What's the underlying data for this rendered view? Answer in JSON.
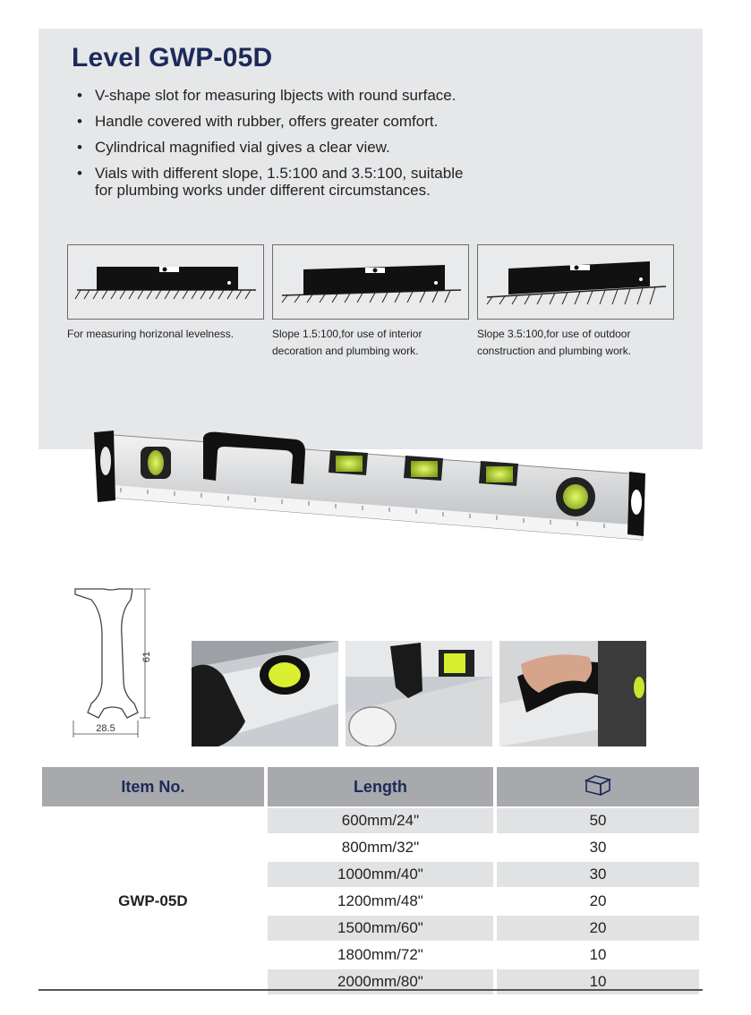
{
  "title": "Level GWP-05D",
  "features": [
    "V-shape slot for measuring lbjects with round surface.",
    "Handle covered with rubber, offers greater comfort.",
    "Cylindrical magnified vial gives a clear view.",
    "Vials with different slope, 1.5:100 and 3.5:100, suitable"
  ],
  "features_continuation": "for plumbing works under different circumstances.",
  "diagrams": [
    {
      "caption_line1": "For measuring horizonal levelness.",
      "caption_line2": ""
    },
    {
      "caption_line1": "Slope 1.5:100,for use of interior",
      "caption_line2": "decoration and plumbing work."
    },
    {
      "caption_line1": "Slope 3.5:100,for use of outdoor",
      "caption_line2": "construction  and plumbing work."
    }
  ],
  "profile": {
    "height_label": "61",
    "width_label": "28.5"
  },
  "table": {
    "headers": {
      "item": "Item No.",
      "length": "Length",
      "box_icon": "box-icon"
    },
    "item_no": "GWP-05D",
    "rows": [
      {
        "length": "600mm/24\"",
        "qty": "50"
      },
      {
        "length": "800mm/32\"",
        "qty": "30"
      },
      {
        "length": "1000mm/40\"",
        "qty": "30"
      },
      {
        "length": "1200mm/48\"",
        "qty": "20"
      },
      {
        "length": "1500mm/60\"",
        "qty": "20"
      },
      {
        "length": "1800mm/72\"",
        "qty": "10"
      },
      {
        "length": "2000mm/80\"",
        "qty": "10"
      }
    ]
  },
  "colors": {
    "title": "#1c2a5a",
    "panel": "#e6e7e9",
    "header": "#a7a9ac",
    "vial": "#c8e62a"
  }
}
